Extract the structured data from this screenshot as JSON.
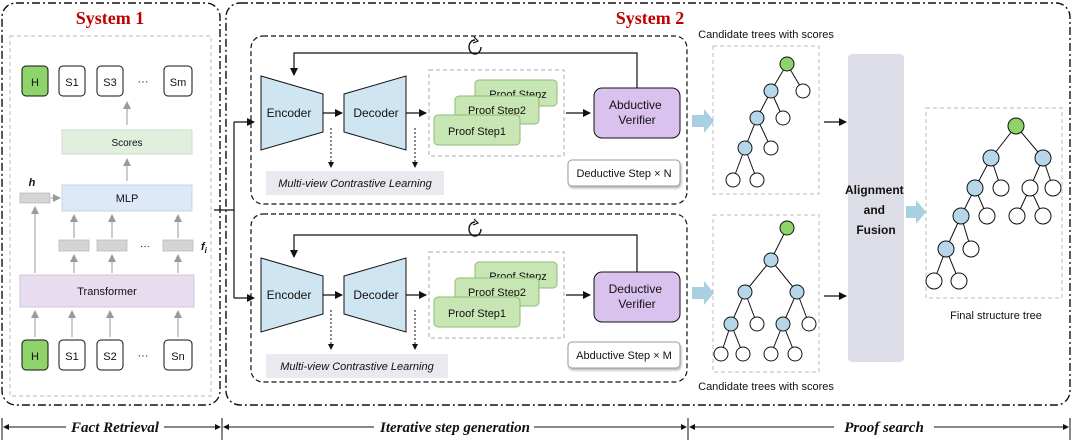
{
  "system1": {
    "title": "System 1",
    "top_tokens": [
      "H",
      "S1",
      "S3",
      "···",
      "Sm"
    ],
    "bottom_tokens": [
      "H",
      "S1",
      "S2",
      "···",
      "Sn"
    ],
    "scores_label": "Scores",
    "mlp_label": "MLP",
    "transformer_label": "Transformer",
    "h_label": "h",
    "f_label": "f",
    "f_sub": "i",
    "dots": "···"
  },
  "system2": {
    "title": "System 2",
    "top_branch": {
      "encoder": "Encoder",
      "decoder": "Decoder",
      "proof_steps": [
        "Proof Stepz",
        "Proof Step2",
        "Proof Step1"
      ],
      "verifier": [
        "Abductive",
        "Verifier"
      ],
      "contrastive": "Multi-view Contrastive Learning",
      "step_label": "Deductive Step × N"
    },
    "bottom_branch": {
      "encoder": "Encoder",
      "decoder": "Decoder",
      "proof_steps": [
        "Proof Stepz",
        "Proof Step2",
        "Proof Step1"
      ],
      "verifier": [
        "Deductive",
        "Verifier"
      ],
      "contrastive": "Multi-view Contrastive Learning",
      "step_label": "Abductive Step × M"
    }
  },
  "proof_search": {
    "candidate_top": "Candidate trees with scores",
    "candidate_bottom": "Candidate trees with scores",
    "fusion": [
      "Alignment",
      "and",
      "Fusion"
    ],
    "final_tree": "Final structure tree"
  },
  "bottom_labels": {
    "fact_retrieval": "Fact Retrieval",
    "iterative": "Iterative step generation",
    "proof_search": "Proof search"
  },
  "colors": {
    "title_red": "#c00000",
    "green_node": "#8fd46a",
    "blue_node": "#b6d7ea",
    "encoder_blue": "#cfe6f2",
    "proof_green": "#c8e6b4",
    "verifier_purple": "#d9c3ee",
    "scores_green": "#e1f0dc",
    "mlp_blue": "#dde9f8",
    "transformer_purple": "#e8dcef",
    "fusion_gray": "#dcdde6",
    "arrow_blue": "#a9cfe3"
  }
}
